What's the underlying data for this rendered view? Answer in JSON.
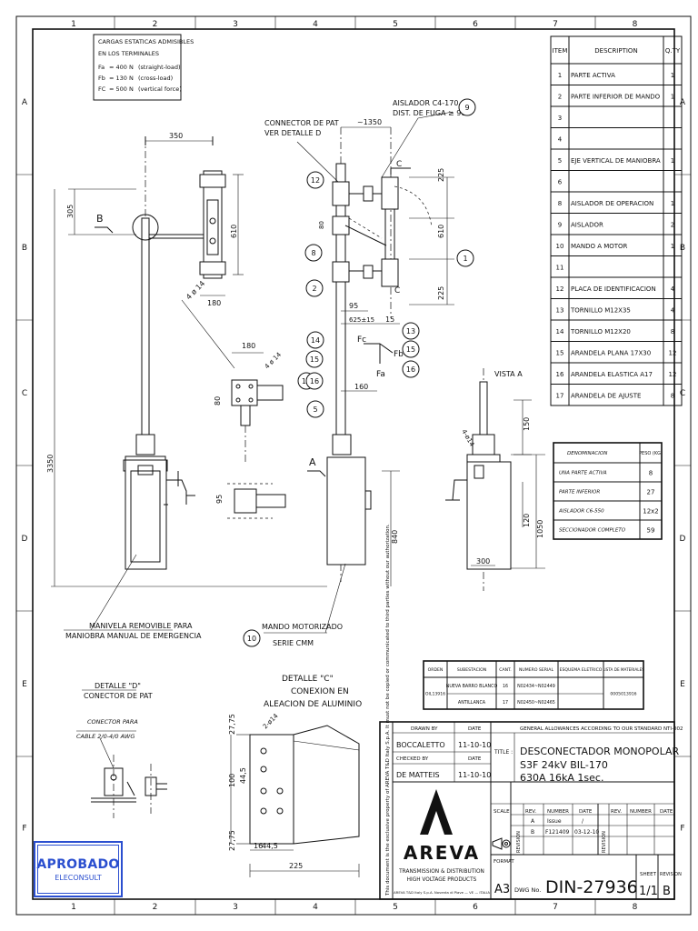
{
  "frame": {
    "columns": [
      "1",
      "2",
      "3",
      "4",
      "5",
      "6",
      "7",
      "8"
    ],
    "rows": [
      "A",
      "B",
      "C",
      "D",
      "E",
      "F"
    ]
  },
  "loads_note": {
    "title_l1": "CARGAS ESTATICAS ADMISIBLES",
    "title_l2": "EN LOS TERMINALES",
    "lines": [
      {
        "sym": "Fa",
        "val": "= 400 N",
        "desc": "(straight-load)"
      },
      {
        "sym": "Fb",
        "val": "= 130 N",
        "desc": "(cross-load)"
      },
      {
        "sym": "FC",
        "val": "= 500 N",
        "desc": "(vertical force)"
      }
    ]
  },
  "parts_table": {
    "headers": [
      "ITEM",
      "DESCRIPTION",
      "Q.TY"
    ],
    "rows": [
      [
        "1",
        "PARTE ACTIVA",
        "1"
      ],
      [
        "2",
        "PARTE INFERIOR DE MANDO",
        "1"
      ],
      [
        "3",
        "",
        ""
      ],
      [
        "4",
        "",
        ""
      ],
      [
        "5",
        "EJE VERTICAL DE MANIOBRA",
        "1"
      ],
      [
        "6",
        "",
        ""
      ],
      [
        "8",
        "AISLADOR DE OPERACION",
        "1"
      ],
      [
        "9",
        "AISLADOR",
        "2"
      ],
      [
        "10",
        "MANDO A MOTOR",
        "1"
      ],
      [
        "11",
        "",
        ""
      ],
      [
        "12",
        "PLACA DE IDENTIFICACION",
        "4"
      ],
      [
        "13",
        "TORNILLO M12X35",
        "4"
      ],
      [
        "14",
        "TORNILLO M12X20",
        "8"
      ],
      [
        "15",
        "ARANDELA PLANA 17X30",
        "12"
      ],
      [
        "16",
        "ARANDELA ELASTICA A17",
        "12"
      ],
      [
        "17",
        "ARANDELA DE AJUSTE",
        "8"
      ]
    ]
  },
  "weight_table": {
    "headers": [
      "DENOMINACION",
      "PESO (KG)"
    ],
    "rows": [
      [
        "UNA PARTE ACTIVA",
        "8"
      ],
      [
        "PARTE INFERIOR",
        "27"
      ],
      [
        "AISLADOR C6-550",
        "12x2"
      ],
      [
        "SECCIONADOR COMPLETO",
        "59"
      ]
    ]
  },
  "order_table": {
    "headers": [
      "ORDEN",
      "SUBESTACION",
      "CANT.",
      "NUMERO SERIAL",
      "ESQUEMA ELETRICO",
      "LISTA DE MATERIALES"
    ],
    "orden": "OIL13916",
    "rows": [
      [
        "NUEVA BARRO BLANCO",
        "16",
        "N02434~N02449"
      ],
      [
        "ANTILLANCA",
        "17",
        "N02450~N02465"
      ]
    ],
    "lista": "0005013916"
  },
  "labels": {
    "aislador": "AISLADOR C4-170",
    "fuga": "DIST. DE FUGA ≥ 900",
    "connector": "CONNECTOR DE PAT",
    "ver_detalle": "VER DETALLE D",
    "vista_a": "VISTA A",
    "manivela_l1": "MANIVELA REMOVIBLE PARA",
    "manivela_l2": "MANIOBRA MANUAL DE EMERGENCIA",
    "mando_l1": "MANDO MOTORIZADO",
    "mando_l2": "SERIE CMM",
    "detalle_d_l1": "DETALLE \"D\"",
    "detalle_d_l2": "CONECTOR DE PAT",
    "conector_para": "CONECTOR PARA",
    "cable": "CABLE 2/0-4/0 AWG",
    "detalle_c_l1": "DETALLE \"C\"",
    "detalle_c_l2": "CONEXION EN",
    "detalle_c_l3": "ALEACION DE ALUMINIO",
    "fc": "Fc",
    "fb": "Fb",
    "fa": "Fa",
    "view_a": "A",
    "view_b": "B",
    "cut_c1": "C",
    "cut_c2": "C"
  },
  "dims": {
    "d350": "350",
    "d305": "305",
    "d610a": "610",
    "d180a": "180",
    "d4phi14a": "4 ø 14",
    "d3350": "3350",
    "d180b": "180",
    "d4phi14b": "4 ø 14",
    "d80a": "80",
    "d95a": "95",
    "d1350": "~1350",
    "d225a": "225",
    "d610b": "610",
    "d225b": "225",
    "d80b": "80",
    "d95b": "95",
    "d625": "625±15",
    "d15": "15",
    "d160": "160",
    "d840": "840",
    "d150": "150",
    "d1050": "1050",
    "d120": "120",
    "d300": "300",
    "d4phi14c": "4-ø14",
    "d2775a": "27,75",
    "d100": "100",
    "d445a": "44,5",
    "d2775b": "27,75",
    "d16": "16",
    "d445b": "44,5",
    "d225": "225",
    "d2phi14": "2-ø14"
  },
  "balloons": [
    "9",
    "12",
    "8",
    "2",
    "1",
    "13",
    "14",
    "15",
    "15",
    "17",
    "16",
    "16",
    "5",
    "10"
  ],
  "title_block": {
    "drawn_by_lbl": "DRAWN BY",
    "date_lbl1": "DATE",
    "drawn_by": "BOCCALETTO",
    "drawn_date": "11-10-10",
    "checked_by_lbl": "CHECKED BY",
    "date_lbl2": "DATE",
    "checked_by": "DE MATTEIS",
    "checked_date": "11-10-10",
    "tolerance": "GENERAL ALLOWANCES ACCORDING TO OUR STANDARD NTI-002",
    "title_lbl": "TITLE :",
    "title_l1": "DESCONECTADOR  MONOPOLAR",
    "title_l2": "S3F  24kV     BIL-170",
    "title_l3": "630A    16kA  1sec.",
    "brand": "AREVA",
    "brand_sub1": "TRANSMISSION & DISTRIBUTION",
    "brand_sub2": "HIGH VOLTAGE PRODUCTS",
    "brand_addr": "AREVA T&D Italy S.p.A. Noventa di Piave — VE — ITALIA",
    "scale_lbl": "SCALE",
    "rev_lbl": "REV.",
    "number_lbl": "NUMBER",
    "date_lbl3": "DATE",
    "rev_lbl2": "REV.",
    "number_lbl2": "NUMBER",
    "date_lbl4": "DATE",
    "revision_vert": "REVISION",
    "rev_rows": [
      [
        "A",
        "Issue",
        "/"
      ],
      [
        "B",
        "F121409",
        "03-12-10"
      ]
    ],
    "format_lbl": "FORMAT",
    "format": "A3",
    "dwg_lbl": "DWG No.",
    "dwg": "DIN-27936",
    "sheet_lbl": "SHEET",
    "sheet": "1/1",
    "revision_lbl": "REVISION",
    "revision": "B",
    "property_note": "This document is the exclusive property of AREVA T&D Italy S.p.A. It must not be copied or communicated to third parties without our authorization."
  },
  "stamp": {
    "line1": "APROBADO",
    "line2": "ELECONSULT"
  }
}
